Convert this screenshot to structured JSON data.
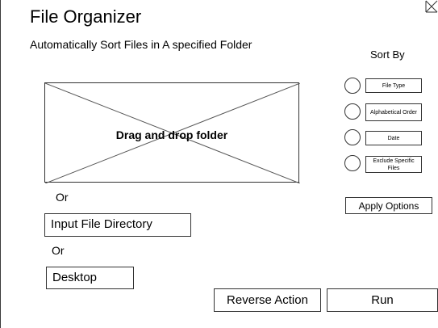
{
  "window": {
    "title": "File Organizer",
    "subtitle": "Automatically Sort Files in A specified Folder",
    "close_icon": "close-x-icon"
  },
  "drop_zone": {
    "label": "Drag and drop folder"
  },
  "source": {
    "or_label_1": "Or",
    "directory_input_value": "Input File Directory",
    "or_label_2": "Or",
    "desktop_label": "Desktop"
  },
  "sort": {
    "heading": "Sort By",
    "options": [
      {
        "label": "File Type",
        "selected": false
      },
      {
        "label": "Alphabetical Order",
        "selected": false
      },
      {
        "label": "Date",
        "selected": false
      },
      {
        "label": "Exclude Specific Files",
        "selected": false
      }
    ],
    "apply_label": "Apply Options"
  },
  "actions": {
    "reverse_label": "Reverse Action",
    "run_label": "Run"
  }
}
